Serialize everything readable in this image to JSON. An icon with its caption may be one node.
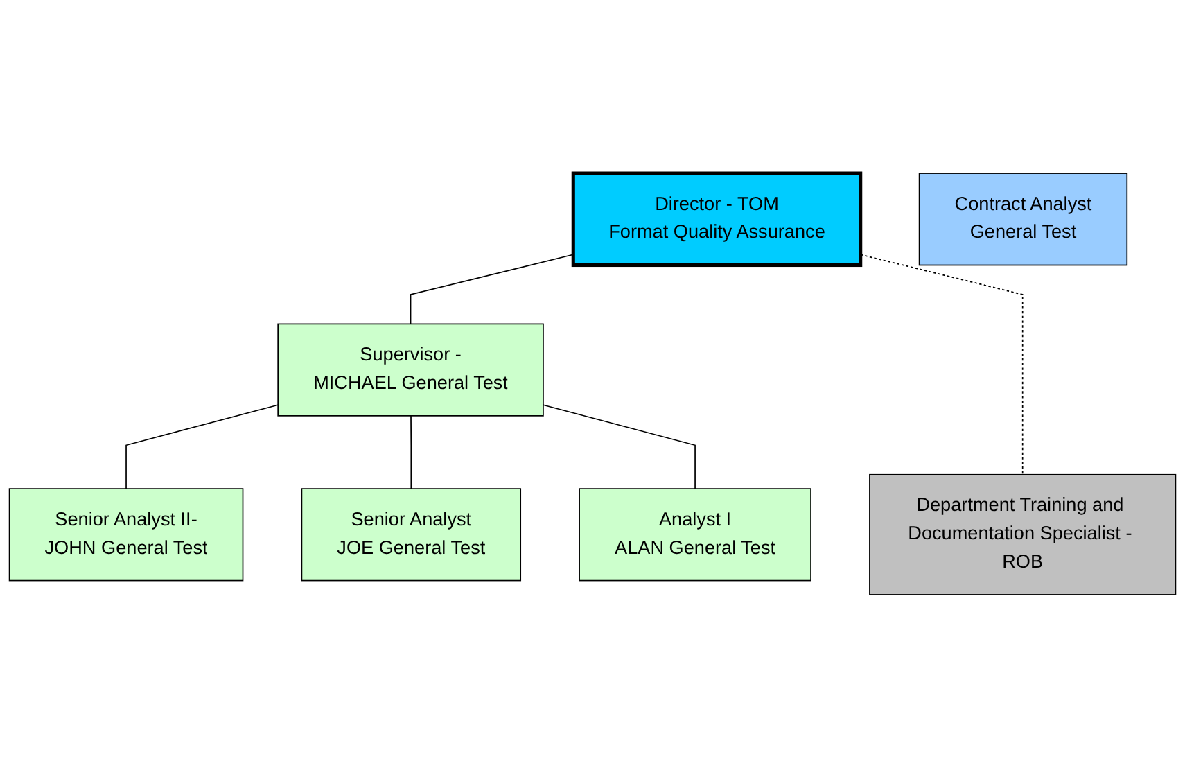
{
  "diagram": {
    "nodes": [
      {
        "text": [
          "Director - TOM",
          "Format Quality Assurance"
        ]
      },
      {
        "text": [
          "Supervisor -",
          "MICHAEL General Test"
        ]
      },
      {
        "text": [
          "Department Training and Documentation Specialist - ROB"
        ]
      },
      {
        "text": [
          "Senior Analyst II-",
          "JOHN General Test"
        ]
      },
      {
        "text": [
          "Senior Analyst",
          "JOE General Test"
        ]
      },
      {
        "text": [
          "Analyst I",
          "ALAN General Test"
        ]
      },
      {
        "text": [
          "Contract Analyst",
          "General Test"
        ]
      }
    ],
    "edges": [
      {
        "from": 0,
        "to": 1,
        "arrow": "none"
      },
      {
        "from": 0,
        "to": 2,
        "arrow": "none",
        "style": "dashed"
      },
      {
        "from": 1,
        "to": 3,
        "arrow": "none"
      },
      {
        "from": 1,
        "to": 4,
        "arrow": "none"
      },
      {
        "from": 1,
        "to": 5,
        "arrow": "none"
      }
    ]
  }
}
